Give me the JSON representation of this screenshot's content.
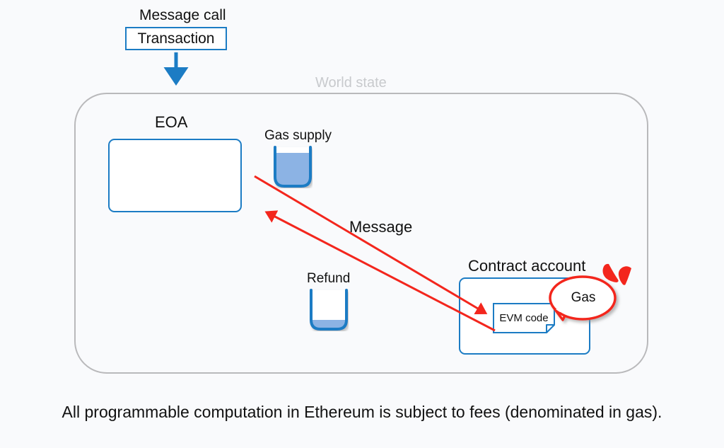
{
  "diagram": {
    "title_label": "Message call",
    "world_state_label": "World state",
    "transaction_label": "Transaction",
    "eoa_label": "EOA",
    "contract_account_label": "Contract account",
    "evm_code_label": "EVM code",
    "gas_supply_label": "Gas supply",
    "refund_label": "Refund",
    "message_label": "Message",
    "gas_bubble_label": "Gas",
    "caption": "All programmable computation in Ethereum is subject to fees (denominated in gas).",
    "icons": {
      "down_arrow": "arrow-down-icon",
      "message_arrow_out": "arrow-message-out-icon",
      "message_arrow_in": "arrow-message-in-icon",
      "gas_supply_beaker": "beaker-icon",
      "refund_beaker": "beaker-icon",
      "gas_bubble": "speech-bubble-icon",
      "gas_spark": "spark-icon",
      "evm_code_page": "page-fold-icon"
    },
    "colors": {
      "accent_blue": "#1c7cc4",
      "beaker_fill": "#8cb3e4",
      "arrow_red": "#f3261d",
      "world_state_border": "#b9b9bb",
      "world_state_text": "#c8cacd",
      "background": "#f9fafc",
      "text": "#111111"
    },
    "levels": {
      "gas_supply_fill_percent": 85,
      "refund_fill_percent": 22
    }
  }
}
